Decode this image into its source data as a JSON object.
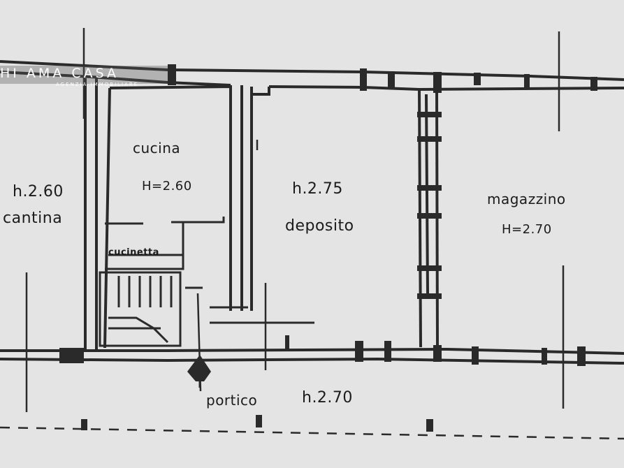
{
  "watermark": {
    "brand": "HI AMA CASA",
    "tagline": "AGENZIA IMMOBILIARE"
  },
  "rooms": {
    "cantina": {
      "height_label": "h.2.60",
      "name": "cantina"
    },
    "cucina": {
      "name": "cucina",
      "height_label": "H=2.60"
    },
    "cucinetta": {
      "name": "cucinetta"
    },
    "deposito": {
      "height_label": "h.2.75",
      "name": "deposito"
    },
    "magazzino": {
      "name": "magazzino",
      "height_label": "H=2.70"
    },
    "portico": {
      "name": "portico",
      "height_label": "h.2.70"
    }
  },
  "colors": {
    "paper": "#e4e4e4",
    "ink": "#2a2a2a",
    "wall_fill": "#ececec"
  }
}
